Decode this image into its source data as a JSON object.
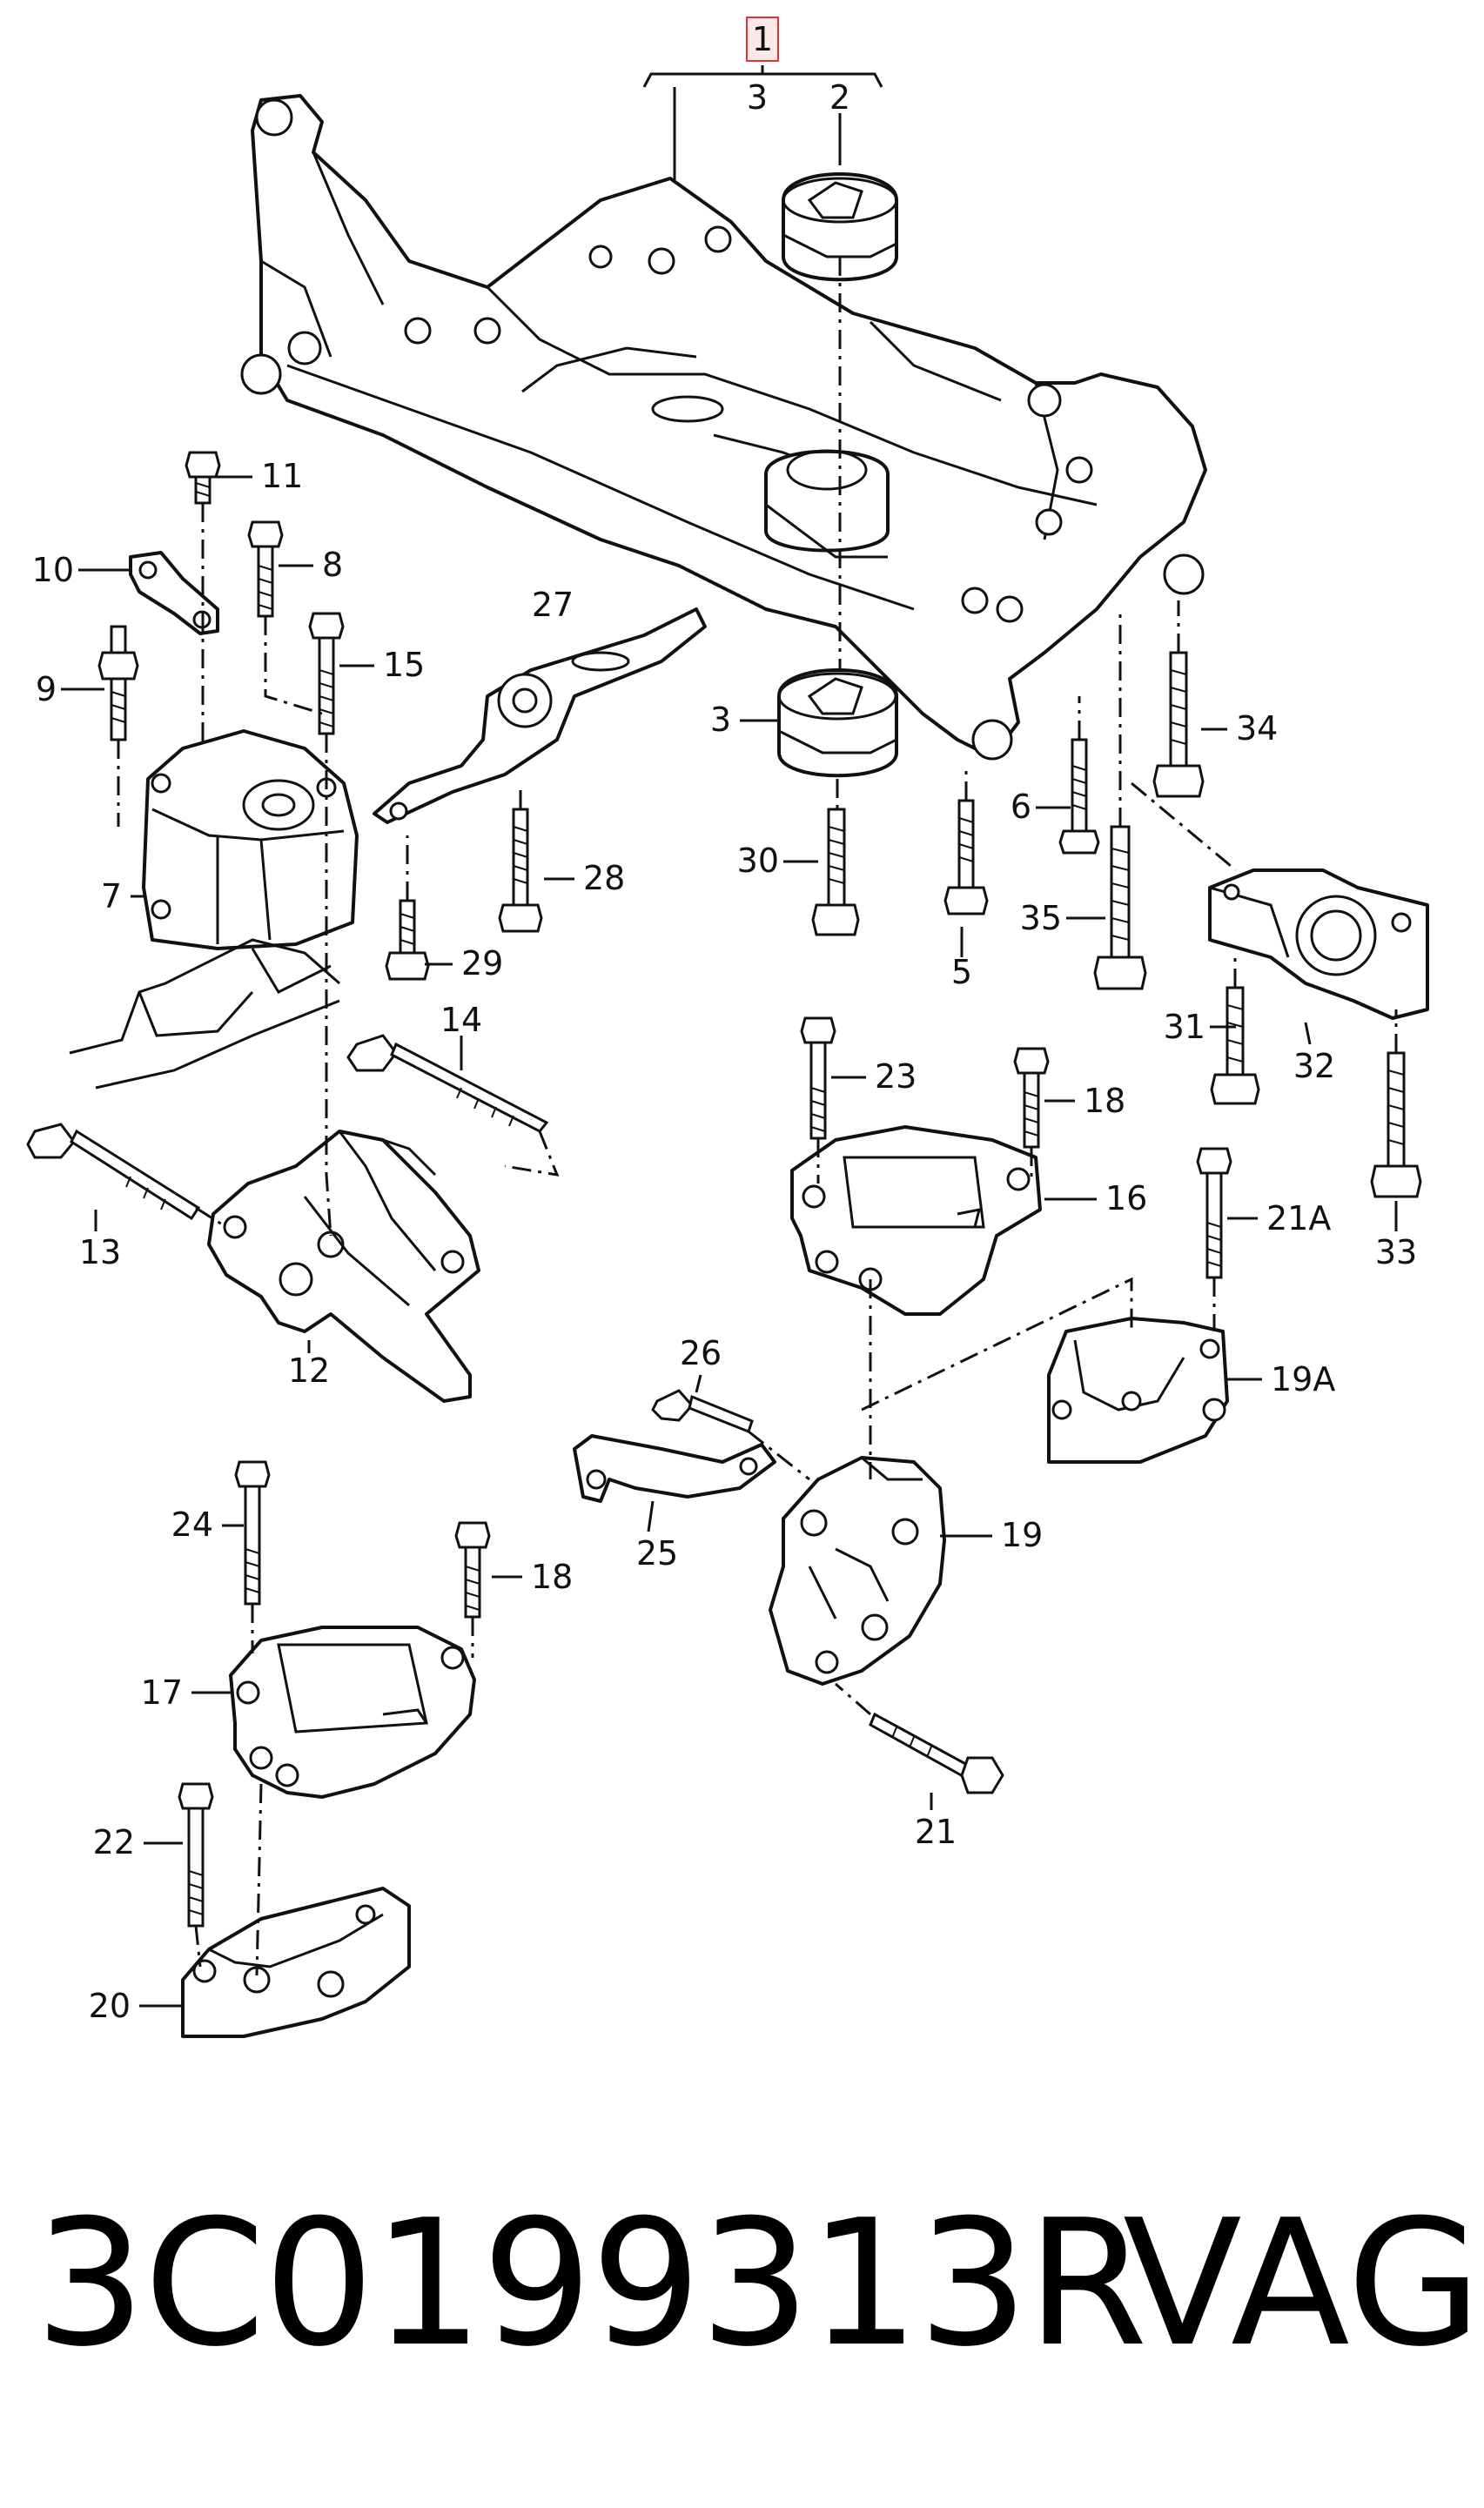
{
  "diagram": {
    "callouts": {
      "c1": "1",
      "c2": "2",
      "c3_top": "3",
      "c3": "3",
      "c5": "5",
      "c6": "6",
      "c7": "7",
      "c8": "8",
      "c9": "9",
      "c10": "10",
      "c11": "11",
      "c12": "12",
      "c13": "13",
      "c14": "14",
      "c15": "15",
      "c16": "16",
      "c17": "17",
      "c18a": "18",
      "c18b": "18",
      "c19": "19",
      "c19a": "19A",
      "c20": "20",
      "c21": "21",
      "c21a": "21A",
      "c22": "22",
      "c23": "23",
      "c24": "24",
      "c25": "25",
      "c26": "26",
      "c27": "27",
      "c28": "28",
      "c29": "29",
      "c30": "30",
      "c31": "31",
      "c32": "32",
      "c33": "33",
      "c34": "34",
      "c35": "35"
    }
  },
  "footer": {
    "part_number": "3C0199313R",
    "brand": "VAG"
  },
  "colors": {
    "line": "#111111",
    "highlight_box_fill": "#fde8e8",
    "highlight_box_stroke": "#dd3333"
  }
}
